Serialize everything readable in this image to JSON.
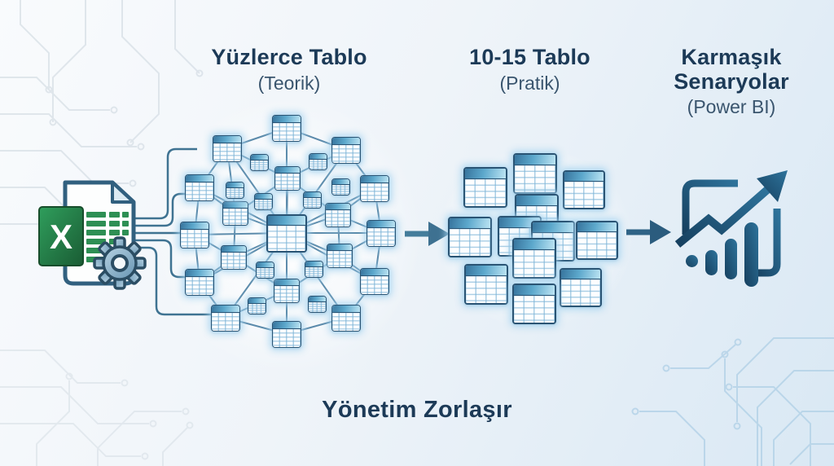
{
  "diagram": {
    "stages": [
      {
        "id": "theoretical",
        "title": "Yüzlerce Tablo",
        "subtitle": "(Teorik)"
      },
      {
        "id": "practical",
        "title": "10-15 Tablo",
        "subtitle": "(Pratik)"
      },
      {
        "id": "complex",
        "title": "Karmaşık Senaryolar",
        "subtitle": "(Power BI)"
      }
    ],
    "caption": "Yönetim Zorlaşır",
    "icons": {
      "source": "excel-document-with-gear-icon",
      "source_letter": "X",
      "network": "linked-tables-network",
      "cluster": "tables-cluster",
      "result": "rising-trend-bar-chart-icon"
    },
    "counts": {
      "network_tables": 29,
      "cluster_tables": 12
    },
    "colors": {
      "heading": "#1c3a57",
      "subtitle": "#3a556e",
      "table_border": "#2a5474",
      "table_header_dark": "#38759e",
      "table_header_light": "#bce4f3",
      "network_line": "#4b7fa3",
      "connector_line": "#3f7392",
      "arrow_1": "#3e7191",
      "arrow_2": "#2b5c7e",
      "excel_green_dark": "#1a5c34",
      "excel_green_light": "#2f9e5c",
      "gear_blue": "#86aec7",
      "chart_navy_dark": "#16405f",
      "chart_navy_light": "#2e739b",
      "background_start": "#f9fbfd",
      "background_end": "#d9e8f4"
    }
  }
}
